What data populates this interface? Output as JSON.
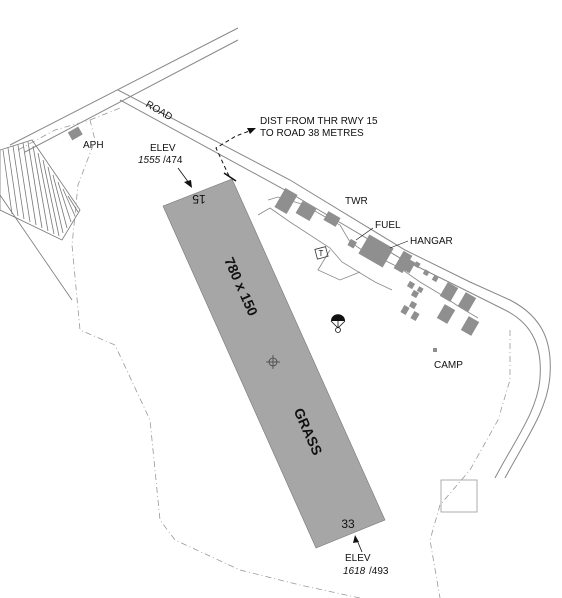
{
  "labels": {
    "road": "ROAD",
    "dist_line1": "DIST FROM THR RWY 15",
    "dist_line2": "TO ROAD 38 METRES",
    "aph": "APH",
    "elev_top": "ELEV",
    "elev_top_ft": "1555",
    "elev_top_m": "/474",
    "rwy_15": "15",
    "rwy_33": "33",
    "rwy_dims": "780 x 150",
    "surface": "GRASS",
    "twr": "TWR",
    "fuel": "FUEL",
    "hangar": "HANGAR",
    "t_marker": "T",
    "camp": "CAMP",
    "elev_bottom": "ELEV",
    "elev_bottom_ft": "1618",
    "elev_bottom_m": "/493"
  },
  "colors": {
    "runway": "#a6a6a6",
    "building": "#8f8f8f",
    "line": "#222222",
    "dashed": "#888888"
  }
}
